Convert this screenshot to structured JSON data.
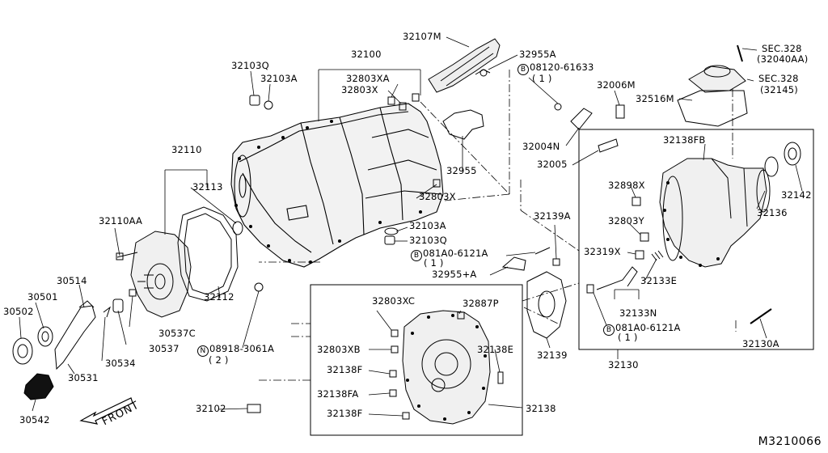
{
  "diagram_id": "M3210066",
  "front_label": "FRONT",
  "parts": {
    "p32107M": "32107M",
    "p32955A": "32955A",
    "bolt_08120": "08120-61633",
    "bolt_08120_qty": "( 1 )",
    "p32100": "32100",
    "p32103Q_top": "32103Q",
    "p32103A_top": "32103A",
    "p32803XA": "32803XA",
    "p32803X_top": "32803X",
    "p32006M": "32006M",
    "sec328_a": "SEC.328",
    "sec328_a_code": "(32040AA)",
    "sec328_b": "SEC.328",
    "sec328_b_code": "(32145)",
    "p32516M": "32516M",
    "p32004N": "32004N",
    "p32005": "32005",
    "p32138FB": "32138FB",
    "p32142": "32142",
    "p32955": "32955",
    "p32110": "32110",
    "p32113": "32113",
    "p32803X_mid": "32803X",
    "p32898X": "32898X",
    "p32136": "32136",
    "p32110AA": "32110AA",
    "p32103A_mid": "32103A",
    "p32103Q_mid": "32103Q",
    "p32139A": "32139A",
    "p32803Y": "32803Y",
    "bolt_081A0_a": "081A0-6121A",
    "bolt_081A0_a_qty": "( 1 )",
    "p32319X": "32319X",
    "p32955plusA": "32955+A",
    "p30514": "30514",
    "p32133E": "32133E",
    "p30501": "30501",
    "p30502": "30502",
    "p32112": "32112",
    "p32803XC": "32803XC",
    "p32887P": "32887P",
    "p32133N": "32133N",
    "p30537C": "30537C",
    "bolt_081A0_b": "081A0-6121A",
    "bolt_081A0_b_qty": "( 1 )",
    "p30537": "30537",
    "nut_08918": "08918-3061A",
    "nut_08918_qty": "( 2 )",
    "p32803XB": "32803XB",
    "p32138E": "32138E",
    "p32130A": "32130A",
    "p30534": "30534",
    "p32139": "32139",
    "p32130": "32130",
    "p30531": "30531",
    "p32138F_a": "32138F",
    "p30542": "30542",
    "p32138FA": "32138FA",
    "p32102": "32102",
    "p32138": "32138",
    "p32138F_b": "32138F"
  },
  "prefix": {
    "bolt": "B",
    "nut": "N"
  }
}
